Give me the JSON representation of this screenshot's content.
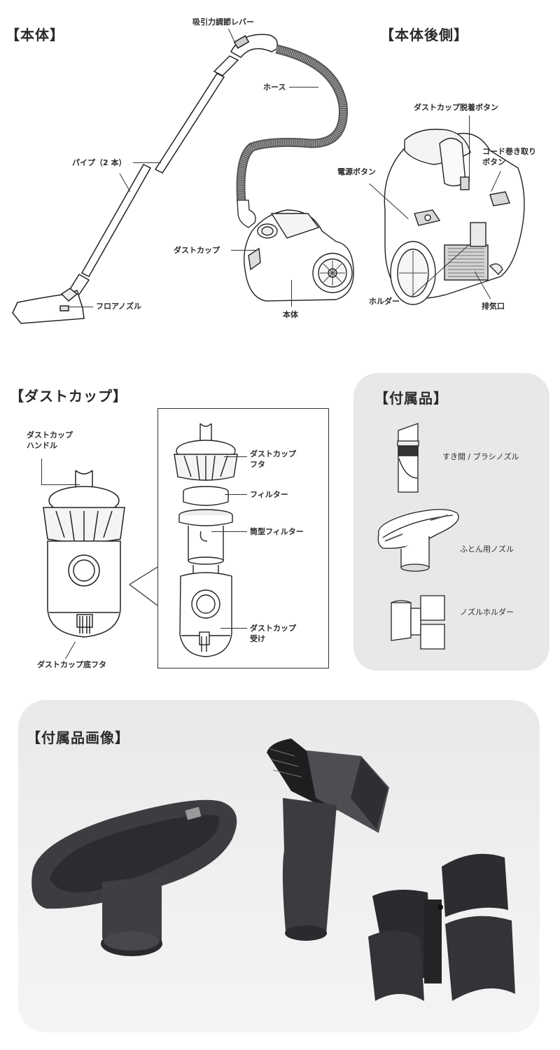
{
  "main_unit": {
    "title": "【本体】",
    "labels": {
      "suction_lever": "吸引力調節レバー",
      "hose": "ホース",
      "pipe": "パイプ（2 本）",
      "floor_nozzle": "フロアノズル",
      "dust_cup": "ダストカップ",
      "body": "本体"
    }
  },
  "rear_view": {
    "title": "【本体後側】",
    "labels": {
      "dust_cup_release": "ダストカップ脱着ボタン",
      "cord_rewind_line1": "コード巻き取り",
      "cord_rewind_line2": "ボタン",
      "power_button": "電源ボタン",
      "holder": "ホルダー",
      "exhaust": "排気口"
    }
  },
  "dust_cup": {
    "title": "【ダストカップ】",
    "labels": {
      "handle_line1": "ダストカップ",
      "handle_line2": "ハンドル",
      "bottom_lid": "ダストカップ底フタ",
      "lid_line1": "ダストカップ",
      "lid_line2": "フタ",
      "filter": "フィルター",
      "cylinder_filter": "筒型フィルター",
      "receiver_line1": "ダストカップ",
      "receiver_line2": "受け"
    }
  },
  "accessories": {
    "title": "【付属品】",
    "items": [
      {
        "label": "すき間 / ブラシノズル",
        "icon": "crevice-brush-nozzle-icon"
      },
      {
        "label": "ふとん用ノズル",
        "icon": "futon-nozzle-icon"
      },
      {
        "label": "ノズルホルダー",
        "icon": "nozzle-holder-icon"
      }
    ]
  },
  "accessory_photo": {
    "title": "【付属品画像】",
    "colors": {
      "background": "#ececed",
      "plastic": "#3a3b3e",
      "plastic_dark": "#1e1f21"
    }
  },
  "colors": {
    "text": "#2a2a2a",
    "panel": "#e8e8ea",
    "line": "#333333"
  }
}
